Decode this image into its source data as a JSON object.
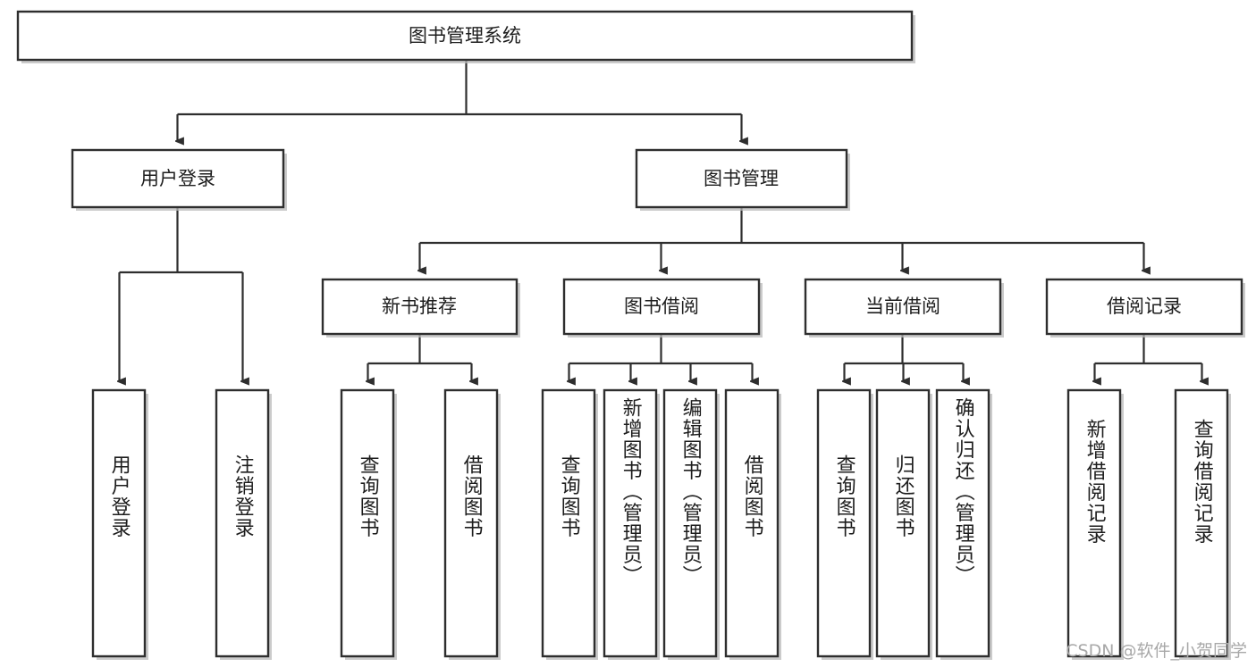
{
  "diagram": {
    "type": "tree",
    "title": "图书管理系统",
    "watermark": "CSDN @软件_小贺同学",
    "colors": {
      "stroke": "#2e2e2e",
      "fill": "#ffffff",
      "text": "#1d1d1d",
      "shadow": "#b9b9b9",
      "watermark": "#a8a8a8"
    },
    "root": {
      "label": "图书管理系统"
    },
    "level2": [
      {
        "label": "用户登录"
      },
      {
        "label": "图书管理"
      }
    ],
    "level3": [
      {
        "label": "新书推荐"
      },
      {
        "label": "图书借阅"
      },
      {
        "label": "当前借阅"
      },
      {
        "label": "借阅记录"
      }
    ],
    "leaves": {
      "user_login": [
        {
          "label": "用户登录"
        },
        {
          "label": "注销登录"
        }
      ],
      "new_book": [
        {
          "label": "查询图书"
        },
        {
          "label": "借阅图书"
        }
      ],
      "book_borrow": [
        {
          "label": "查询图书"
        },
        {
          "label": "新增图书（管理员）"
        },
        {
          "label": "编辑图书（管理员）"
        },
        {
          "label": "借阅图书"
        }
      ],
      "current_borrow": [
        {
          "label": "查询图书"
        },
        {
          "label": "归还图书"
        },
        {
          "label": "确认归还（管理员）"
        }
      ],
      "borrow_record": [
        {
          "label": "新增借阅记录"
        },
        {
          "label": "查询借阅记录"
        }
      ]
    }
  }
}
